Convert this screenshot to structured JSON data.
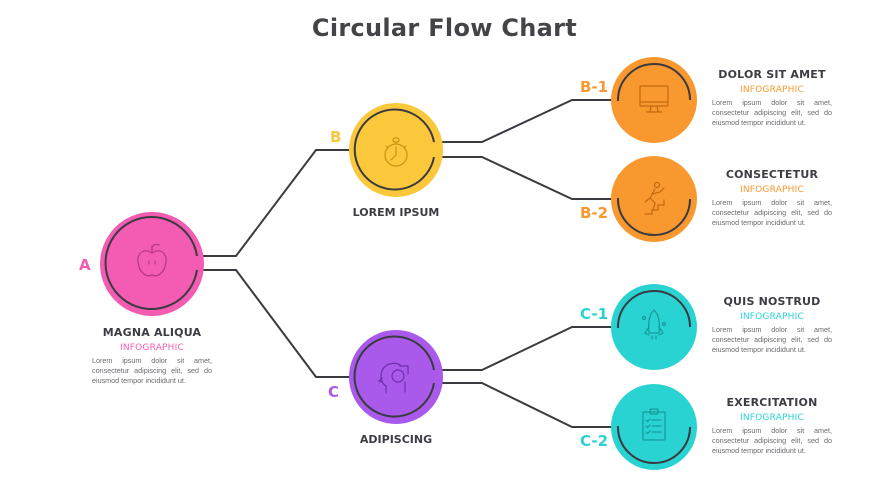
{
  "title": "Circular Flow Chart",
  "colors": {
    "A": "#F45CB3",
    "B": "#FBC73B",
    "B1": "#F8982F",
    "B2": "#F8982F",
    "C": "#A95AEB",
    "C1": "#28D3D2",
    "C2": "#28D3D2",
    "line": "#3a3a40",
    "text": "#3c3c44"
  },
  "nodes": {
    "A": {
      "letter": "A",
      "heading": "MAGNA ALIQUA",
      "subheading": "INFOGRAPHIC",
      "description": "Lorem ipsum dolor sit amet, consectetur adipiscing elit, sed do eiusmod tempor incididunt ut.",
      "icon": "apple-icon"
    },
    "B": {
      "letter": "B",
      "label": "LOREM IPSUM",
      "icon": "stopwatch-icon"
    },
    "C": {
      "letter": "C",
      "label": "ADIPISCING",
      "icon": "head-pie-chart-icon"
    },
    "B1": {
      "letter": "B-1",
      "heading": "DOLOR SIT AMET",
      "subheading": "INFOGRAPHIC",
      "description": "Lorem ipsum dolor sit amet, consectetur adipiscing elit, sed do eiusmod tempor incididunt ut.",
      "icon": "monitor-icon"
    },
    "B2": {
      "letter": "B-2",
      "heading": "CONSECTETUR",
      "subheading": "INFOGRAPHIC",
      "description": "Lorem ipsum dolor sit amet, consectetur adipiscing elit, sed do eiusmod tempor incididunt ut.",
      "icon": "stairs-runner-icon"
    },
    "C1": {
      "letter": "C-1",
      "heading": "QUIS NOSTRUD",
      "subheading": "INFOGRAPHIC",
      "description": "Lorem ipsum dolor sit amet, consectetur adipiscing elit, sed do eiusmod tempor incididunt ut.",
      "icon": "rocket-icon"
    },
    "C2": {
      "letter": "C-2",
      "heading": "EXERCITATION",
      "subheading": "INFOGRAPHIC",
      "description": "Lorem ipsum dolor sit amet, consectetur adipiscing elit, sed do eiusmod tempor incididunt ut.",
      "icon": "clipboard-checklist-icon"
    }
  }
}
